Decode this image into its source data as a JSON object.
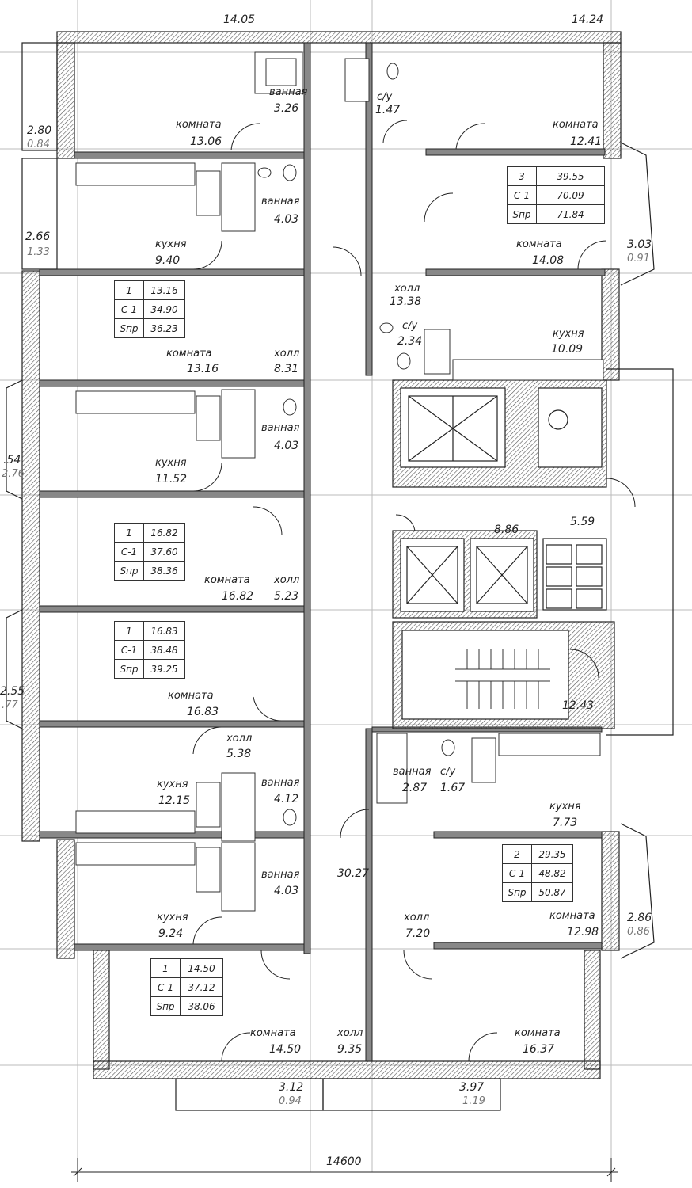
{
  "rooms": {
    "top_left_area": "14.05",
    "top_right_area": "14.24",
    "r1": {
      "name": "комната",
      "area": "13.06"
    },
    "r2": {
      "name": "ванная",
      "area": "3.26"
    },
    "r3": {
      "name": "с/у",
      "area": "1.47"
    },
    "r4": {
      "name": "комната",
      "area": "12.41"
    },
    "r5": {
      "name": "ванная",
      "area": "4.03"
    },
    "r6": {
      "name": "кухня",
      "area": "9.40"
    },
    "r7": {
      "name": "комната",
      "area": "14.08"
    },
    "r8": {
      "name": "холл",
      "area": "13.38"
    },
    "r9": {
      "name": "с/у",
      "area": "2.34"
    },
    "r10": {
      "name": "кухня",
      "area": "10.09"
    },
    "r11": {
      "name": "комната",
      "area": "13.16"
    },
    "r12": {
      "name": "холл",
      "area": "8.31"
    },
    "r13": {
      "name": "ванная",
      "area": "4.03"
    },
    "r14": {
      "name": "кухня",
      "area": "11.52"
    },
    "r15": {
      "name": "комната",
      "area": "16.82"
    },
    "r16": {
      "name": "холл",
      "area": "5.23"
    },
    "r17": {
      "area": "8.86"
    },
    "r18": {
      "area": "5.59"
    },
    "r19": {
      "name": "комната",
      "area": "16.83"
    },
    "r20": {
      "name": "холл",
      "area": "5.38"
    },
    "r21": {
      "area": "12.43"
    },
    "r22": {
      "name": "кухня",
      "area": "12.15"
    },
    "r23": {
      "name": "ванная",
      "area": "4.12"
    },
    "r24": {
      "name": "ванная",
      "area": "2.87"
    },
    "r25": {
      "name": "с/у",
      "area": "1.67"
    },
    "r26": {
      "name": "кухня",
      "area": "7.73"
    },
    "r27": {
      "name": "ванная",
      "area": "4.03"
    },
    "r28": {
      "area": "30.27"
    },
    "r29": {
      "name": "кухня",
      "area": "9.24"
    },
    "r30": {
      "name": "холл",
      "area": "7.20"
    },
    "r31": {
      "name": "комната",
      "area": "12.98"
    },
    "r32": {
      "name": "комната",
      "area": "14.50"
    },
    "r33": {
      "name": "холл",
      "area": "9.35"
    },
    "r34": {
      "name": "комната",
      "area": "16.37"
    }
  },
  "balconies": {
    "b1": {
      "area": "2.80",
      "reduced": "0.84"
    },
    "b2": {
      "area": "2.66",
      "reduced": "1.33"
    },
    "b3": {
      "area": "3.03",
      "reduced": "0.91"
    },
    "b4": {
      "area": ".54",
      "reduced": "2.76"
    },
    "b5": {
      "area": "2.55",
      "reduced": ".77"
    },
    "b6": {
      "area": "2.86",
      "reduced": "0.86"
    },
    "b7": {
      "area": "3.12",
      "reduced": "0.94"
    },
    "b8": {
      "area": "3.97",
      "reduced": "1.19"
    }
  },
  "apartments": [
    {
      "rooms": "3",
      "living": "39.55",
      "c1_label": "С-1",
      "c1": "70.09",
      "snp_label": "Sпр",
      "snp": "71.84"
    },
    {
      "rooms": "1",
      "living": "13.16",
      "c1_label": "С-1",
      "c1": "34.90",
      "snp_label": "Sпр",
      "snp": "36.23"
    },
    {
      "rooms": "1",
      "living": "16.82",
      "c1_label": "С-1",
      "c1": "37.60",
      "snp_label": "Sпр",
      "snp": "38.36"
    },
    {
      "rooms": "1",
      "living": "16.83",
      "c1_label": "С-1",
      "c1": "38.48",
      "snp_label": "Sпр",
      "snp": "39.25"
    },
    {
      "rooms": "2",
      "living": "29.35",
      "c1_label": "С-1",
      "c1": "48.82",
      "snp_label": "Sпр",
      "snp": "50.87"
    },
    {
      "rooms": "1",
      "living": "14.50",
      "c1_label": "С-1",
      "c1": "37.12",
      "snp_label": "Sпр",
      "snp": "38.06"
    }
  ],
  "dimension": {
    "overall_width": "14600"
  }
}
